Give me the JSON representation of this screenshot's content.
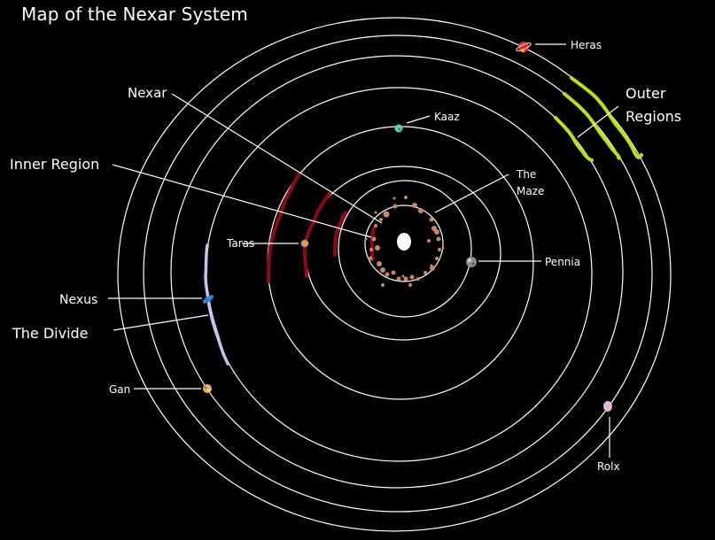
{
  "title": "Map of the Nexar System",
  "colors": {
    "background": "#000000",
    "orbit": "#ffffff",
    "text": "#ffffff",
    "inner_region": "#8b0a14",
    "outer_regions": "#b6e21a",
    "the_divide": "#c8c4ec",
    "asteroids": "#c88864",
    "star": "#ffffff"
  },
  "labels": {
    "nexar": "Nexar",
    "inner_region": "Inner Region",
    "taras": "Taras",
    "nexus": "Nexus",
    "the_divide": "The Divide",
    "gan": "Gan",
    "kaaz": "Kaaz",
    "the_maze_1": "The",
    "the_maze_2": "Maze",
    "pennia": "Pennia",
    "heras": "Heras",
    "outer_regions_1": "Outer",
    "outer_regions_2": "Regions",
    "rolx": "Rolx"
  },
  "bodies": [
    {
      "name": "Nexar",
      "type": "star"
    },
    {
      "name": "The Maze",
      "type": "asteroid belt"
    },
    {
      "name": "Pennia",
      "type": "planet"
    },
    {
      "name": "Taras",
      "type": "planet"
    },
    {
      "name": "Kaaz",
      "type": "planet"
    },
    {
      "name": "Nexus",
      "type": "planet"
    },
    {
      "name": "Gan",
      "type": "planet"
    },
    {
      "name": "Rolx",
      "type": "planet"
    },
    {
      "name": "Heras",
      "type": "planet"
    }
  ],
  "regions": [
    "Inner Region",
    "The Divide",
    "Outer Regions"
  ]
}
